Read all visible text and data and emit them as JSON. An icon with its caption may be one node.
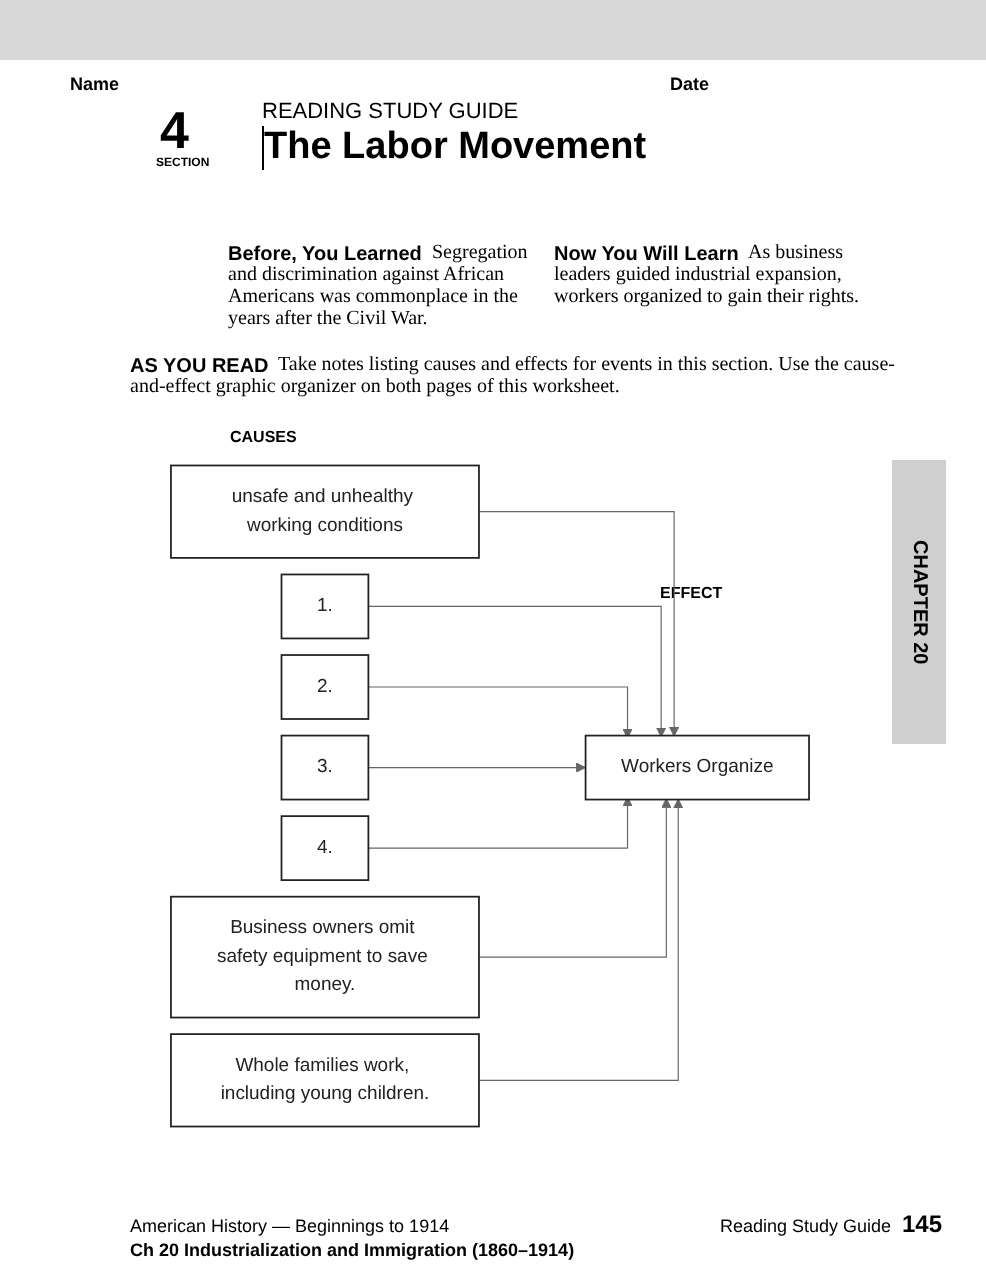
{
  "diagram": {
    "title": "The Labor Movement",
    "nodes": [
      {
        "text": [
          "unsafe and unhealthy working conditions"
        ]
      },
      {
        "text": [
          "1."
        ]
      },
      {
        "text": [
          "2."
        ]
      },
      {
        "text": [
          "3."
        ]
      },
      {
        "text": [
          "4."
        ]
      },
      {
        "text": [
          "Business owners omit safety equipment to save money."
        ]
      },
      {
        "text": [
          "Whole families work, including young children."
        ]
      },
      {
        "text": [
          "Workers Organize"
        ]
      }
    ],
    "edges": [
      {
        "from": 0,
        "to": 7,
        "arrow": "to"
      },
      {
        "from": 1,
        "to": 7,
        "arrow": "to"
      },
      {
        "from": 2,
        "to": 7,
        "arrow": "to"
      },
      {
        "from": 3,
        "to": 7,
        "arrow": "to"
      },
      {
        "from": 4,
        "to": 7,
        "arrow": "to"
      },
      {
        "from": 5,
        "to": 7,
        "arrow": "to"
      },
      {
        "from": 6,
        "to": 7,
        "arrow": "to"
      }
    ],
    "labels": [
      "Name",
      "Date",
      "4",
      "SECTION",
      "READING STUDY GUIDE",
      "Before, You Learned",
      "Segregation and discrimination against African Americans was commonplace in the years after the Civil War.",
      "Now You Will Learn",
      "As business leaders guided industrial expansion, workers organized to gain their rights.",
      "AS YOU READ",
      "Take notes listing causes and effects for events in this section. Use the cause-and-effect graphic organizer on both pages of this worksheet.",
      "CAUSES",
      "CHAPTER 20",
      "EFFECT",
      "American History — Beginnings to 1914",
      "Ch 20 Industrialization and Immigration (1860–1914)",
      "Reading Study Guide",
      "145"
    ]
  }
}
